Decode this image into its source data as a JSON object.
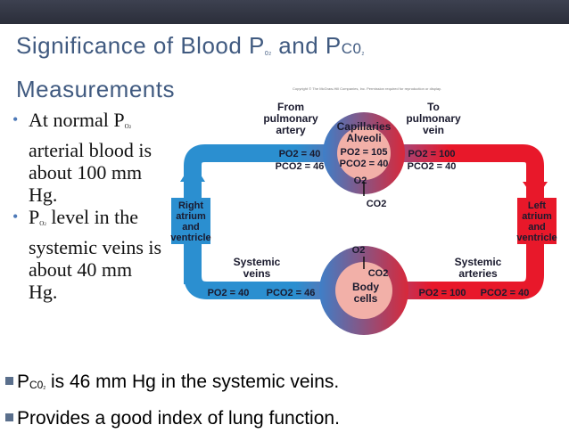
{
  "slide": {
    "title_part1": "Significance of Blood P",
    "title_sub1": "0",
    "title_sub1_small": "2",
    "title_part2": " and P",
    "title_part2b": "C0",
    "title_sub2": "2",
    "title_line2": "Measurements",
    "copyright": "Copyright © The McGraw-Hill Companies, Inc. Permission required for reproduction or display."
  },
  "bullets": [
    {
      "pre": "At normal ",
      "p": "P",
      "psub": "O",
      "psub2": "2",
      "text": " arterial blood is about 100 mm Hg."
    },
    {
      "pre": "",
      "p": "P",
      "psub": "O",
      "psub2": "2",
      "text": " level in the systemic veins is about 40 mm Hg."
    }
  ],
  "lower": [
    {
      "p": "P",
      "sub": "C0",
      "sub2": "2",
      "text": " is 46 mm Hg in the systemic veins."
    },
    {
      "p": "",
      "sub": "",
      "sub2": "",
      "text": "Provides a good index of lung function."
    }
  ],
  "diagram": {
    "from_pulmonary_artery": [
      "From",
      "pulmonary",
      "artery"
    ],
    "to_pulmonary_vein": [
      "To",
      "pulmonary",
      "vein"
    ],
    "capillaries": "Capillaries",
    "alveoli": "Alveoli",
    "alv_po2": "PO2 = 105",
    "alv_pco2": "PCO2 = 40",
    "art_in_po2": "PO2 = 40",
    "art_in_pco2": "PCO2 = 46",
    "vein_out_po2": "PO2 = 100",
    "vein_out_pco2": "PCO2 = 40",
    "o2": "O2",
    "co2": "CO2",
    "right_heart": [
      "Right",
      "atrium",
      "and",
      "ventricle"
    ],
    "left_heart": [
      "Left",
      "atrium",
      "and",
      "ventricle"
    ],
    "systemic_veins": [
      "Systemic",
      "veins"
    ],
    "sys_vein_po2": "PO2 = 40",
    "sys_vein_pco2": "PCO2 = 46",
    "systemic_arteries": [
      "Systemic",
      "arteries"
    ],
    "sys_art_po2": "PO2 = 100",
    "sys_art_pco2": "PCO2 = 40",
    "body_cells": [
      "Body",
      "cells"
    ],
    "colors": {
      "venous": "#2b8fd0",
      "arterial": "#e8182a",
      "mixed": "#8a5a9a",
      "alveoli": "#f2b0a8"
    }
  }
}
